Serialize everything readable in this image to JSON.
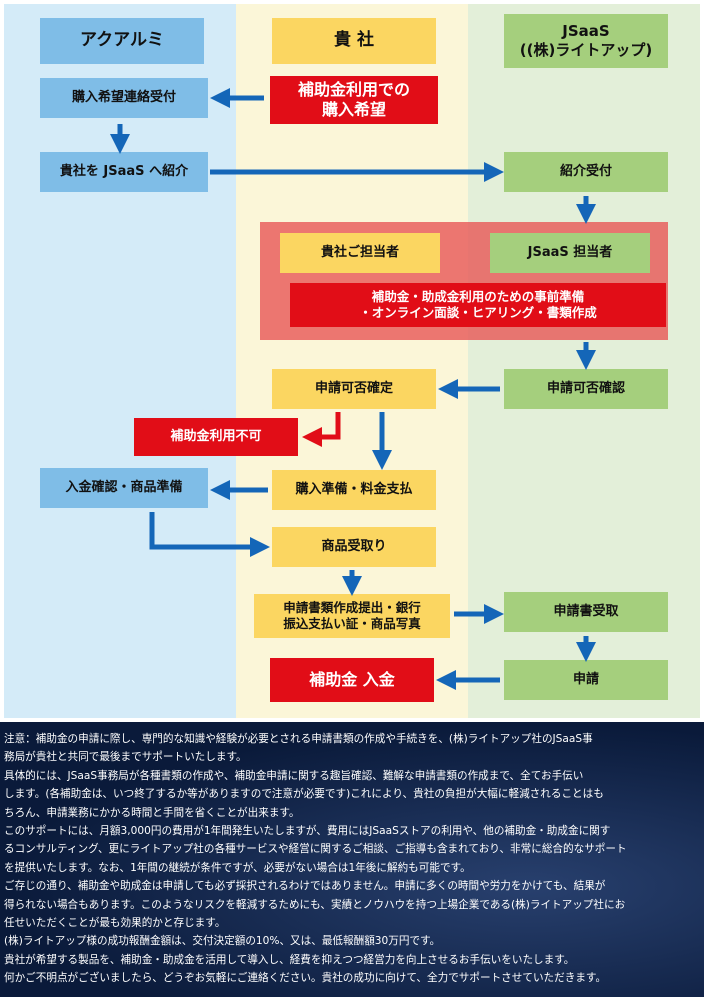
{
  "columns": {
    "akuarumi": "アクアルミ",
    "kisha": "貴 社",
    "jsaas": "JSaaS\n((株)ライトアップ)"
  },
  "boxes": {
    "purchase_inquiry_received": "購入希望連絡受付",
    "desire_to_purchase": "補助金利用での\n購入希望",
    "introduce_to_jsaas": "貴社を JSaaS へ紹介",
    "introduction_received": "紹介受付",
    "client_contact": "貴社ご担当者",
    "jsaas_contact": "JSaaS 担当者",
    "preparation": "補助金・助成金利用のための事前準備\n・オンライン面談・ヒアリング・書類作成",
    "eligibility_decision": "申請可否確定",
    "eligibility_check": "申請可否確認",
    "subsidy_not_available": "補助金利用不可",
    "payment_confirmation": "入金確認・商品準備",
    "purchase_preparation": "購入準備・料金支払",
    "goods_receipt": "商品受取り",
    "document_submission": "申請書類作成提出・銀行\n振込支払い証・商品写真",
    "application_received": "申請書受取",
    "subsidy_deposit": "補助金 入金",
    "application": "申請"
  },
  "notes": [
    "注意：補助金の申請に際し、専門的な知識や経験が必要とされる申請書類の作成や手続きを、(株)ライトアップ社のJSaaS事",
    "務局が貴社と共同で最後までサポートいたします。",
    "具体的には、JSaaS事務局が各種書類の作成や、補助金申請に関する趣旨確認、難解な申請書類の作成まで、全てお手伝い",
    "します。(各補助金は、いつ終了するか等がありますので注意が必要です)これにより、貴社の負担が大幅に軽減されることはも",
    "ちろん、申請業務にかかる時間と手間を省くことが出来ます。",
    "このサポートには、月額3,000円の費用が1年間発生いたしますが、費用にはJSaaSストアの利用や、他の補助金・助成金に関す",
    "るコンサルティング、更にライトアップ社の各種サービスや経営に関するご相談、ご指導も含まれており、非常に総合的なサポート",
    "を提供いたします。なお、1年間の継続が条件ですが、必要がない場合は1年後に解約も可能です。",
    "ご存じの通り、補助金や助成金は申請しても必ず採択されるわけではありません。申請に多くの時間や労力をかけても、結果が",
    "得られない場合もあります。このようなリスクを軽減するためにも、実績とノウハウを持つ上場企業である(株)ライトアップ社にお",
    "任せいただくことが最も効果的かと存じます。",
    "(株)ライトアップ様の成功報酬金額は、交付決定額の10%、又は、最低報酬額30万円です。",
    "貴社が希望する製品を、補助金・助成金を活用して導入し、経費を抑えつつ経営力を向上させるお手伝いをいたします。",
    "何かご不明点がございましたら、どうぞお気軽にご連絡ください。貴社の成功に向けて、全力でサポートさせていただきます。"
  ],
  "colors": {
    "blue_box": "#7fbde7",
    "yellow_box": "#fbd661",
    "green_box": "#a5cf7d",
    "red_box": "#e10d17",
    "arrow": "#1466b8"
  }
}
